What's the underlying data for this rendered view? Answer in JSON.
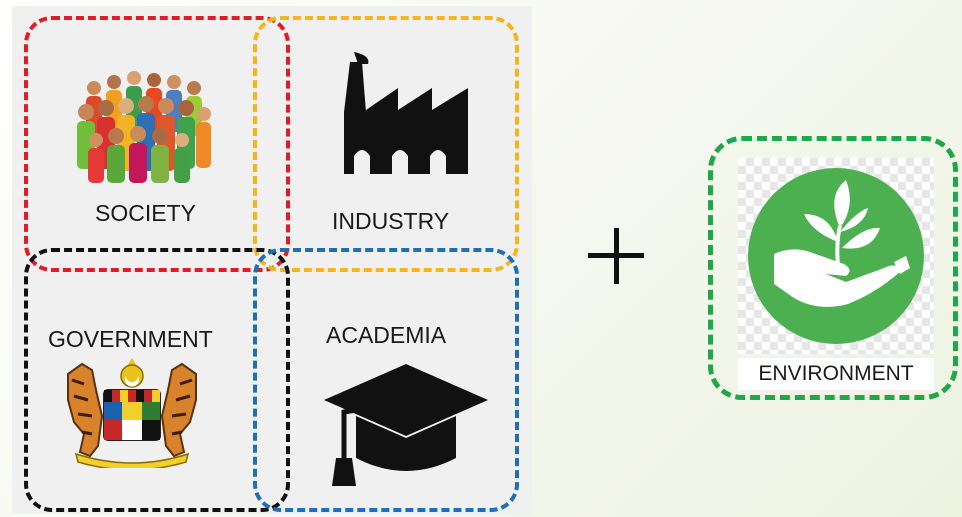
{
  "quadrants": {
    "society": {
      "label": "SOCIETY",
      "color": "#e31b23",
      "icon": "crowd-icon"
    },
    "industry": {
      "label": "INDUSTRY",
      "color": "#f5b51b",
      "icon": "factory-icon"
    },
    "government": {
      "label": "GOVERNMENT",
      "color": "#111111",
      "icon": "coat-of-arms-icon"
    },
    "academia": {
      "label": "ACADEMIA",
      "color": "#1d6fb8",
      "icon": "graduation-cap-icon"
    }
  },
  "operator": {
    "symbol": "plus",
    "color": "#111111"
  },
  "environment": {
    "label": "ENVIRONMENT",
    "color": "#1fa84a",
    "circle_color": "#4caf50",
    "icon": "hand-plant-icon"
  }
}
